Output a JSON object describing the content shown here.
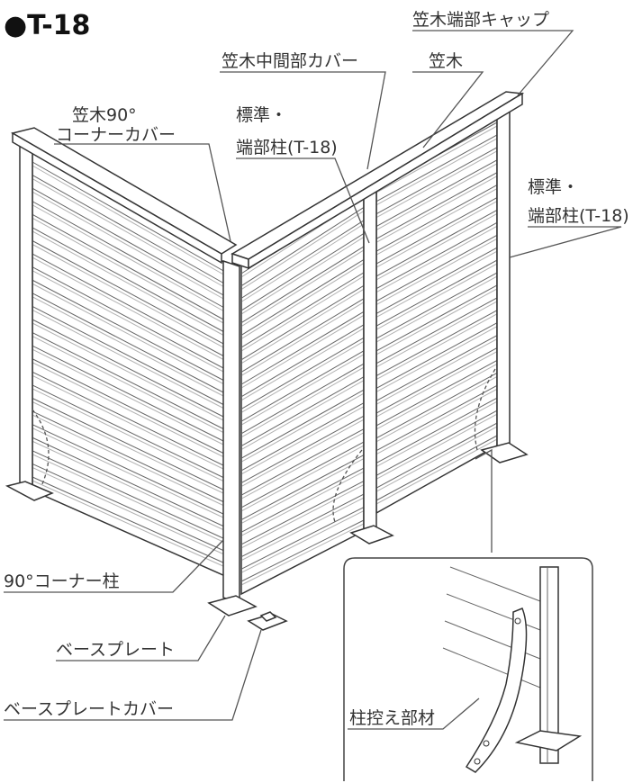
{
  "title": "●T-18",
  "labels": {
    "kasagi_end_cap": "笠木端部キャップ",
    "kasagi_mid_cover": "笠木中間部カバー",
    "kasagi": "笠木",
    "kasagi_corner_1": "笠木90°",
    "kasagi_corner_2": "コーナーカバー",
    "std_post_mid_1": "標準・",
    "std_post_mid_2": "端部柱(T-18)",
    "std_post_right_1": "標準・",
    "std_post_right_2": "端部柱(T-18)",
    "corner_post": "90°コーナー柱",
    "base_plate": "ベースプレート",
    "base_plate_cover": "ベースプレートカバー",
    "brace": "柱控え部材"
  }
}
